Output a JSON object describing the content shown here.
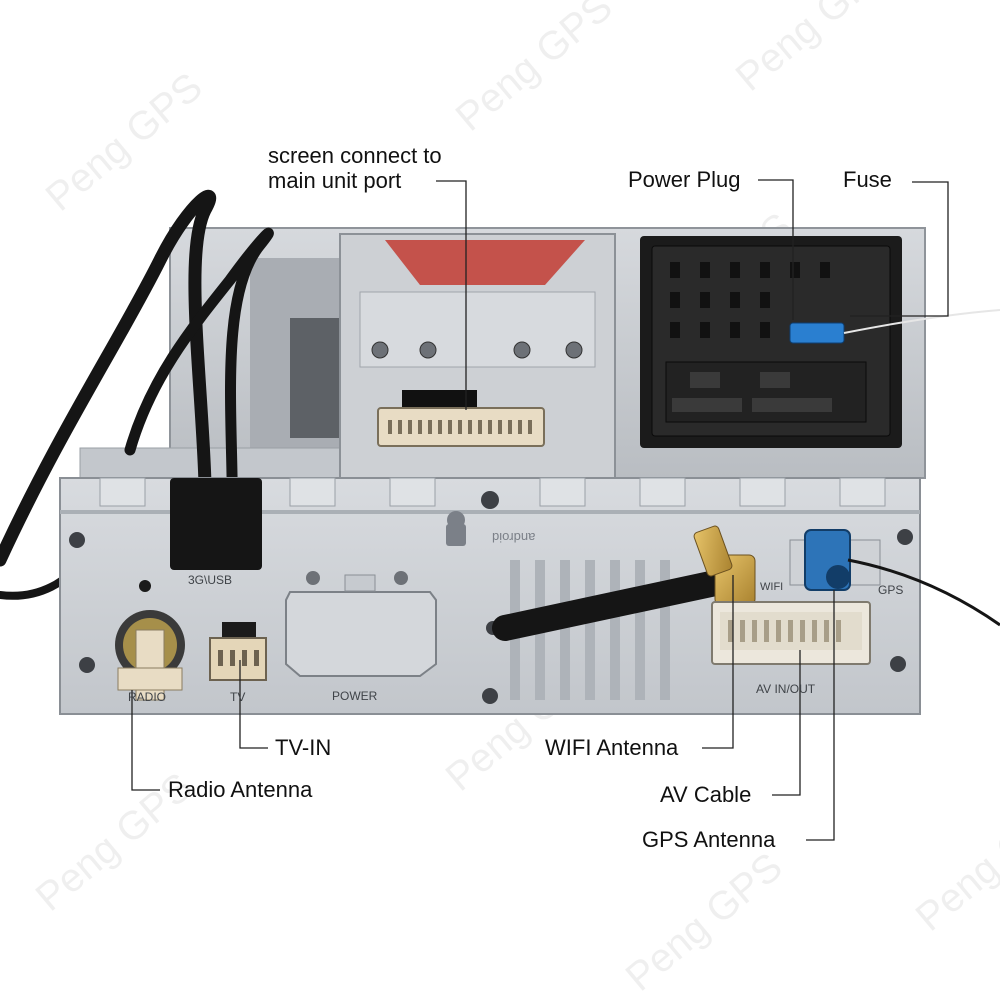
{
  "callouts": {
    "screen_connect_line1": "screen connect to",
    "screen_connect_line2": "main unit port",
    "power_plug": "Power Plug",
    "fuse": "Fuse",
    "tv_in": "TV-IN",
    "radio_antenna": "Radio Antenna",
    "wifi_antenna": "WIFI Antenna",
    "av_cable": "AV Cable",
    "gps_antenna": "GPS Antenna"
  },
  "panel_labels": {
    "usb_3g": "3G\\USB",
    "radio": "RADIO",
    "tv": "TV",
    "power": "POWER",
    "av_in_out": "AV IN/OUT",
    "gps": "GPS",
    "wifi": "WIFI",
    "android": "android"
  },
  "watermark": "Peng GPS",
  "colors": {
    "metal": "#c9ccd0",
    "metal_dark": "#9ea3a9",
    "connector_black": "#1b1b1b",
    "connector_beige": "#e8dcc4",
    "gold": "#c9a24a",
    "fakra_blue": "#2d74b8",
    "fuse_blue": "#2a7fd0"
  }
}
